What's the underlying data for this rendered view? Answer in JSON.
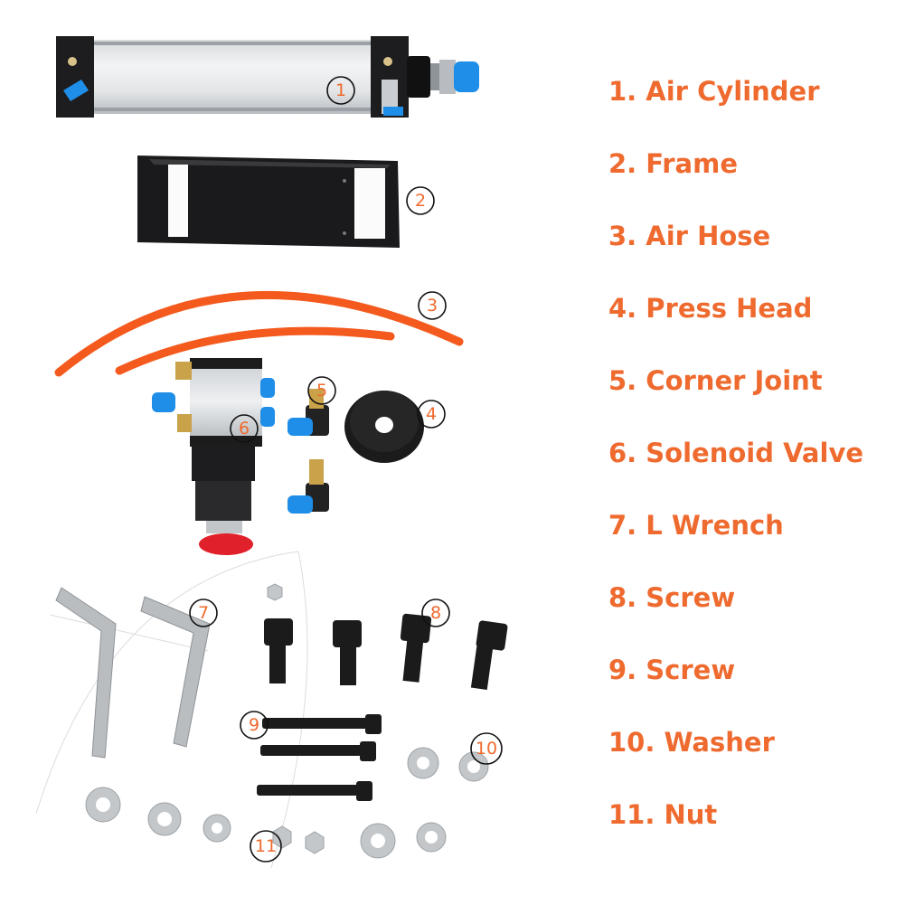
{
  "parts_list": [
    "1. Air Cylinder",
    "2. Frame",
    "3. Air Hose",
    "4. Press Head",
    "5. Corner Joint",
    "6. Solenoid Valve",
    "7. L Wrench",
    "8. Screw",
    "9. Screw",
    "10. Washer",
    "11. Nut"
  ],
  "callouts": [
    "1",
    "2",
    "3",
    "4",
    "5",
    "6",
    "7",
    "8",
    "9",
    "10",
    "11"
  ],
  "colors": {
    "accent": "#ef6a2e",
    "hose": "#f45a1e",
    "fitting_blue": "#1e8ee8",
    "knob_red": "#e0202a"
  }
}
